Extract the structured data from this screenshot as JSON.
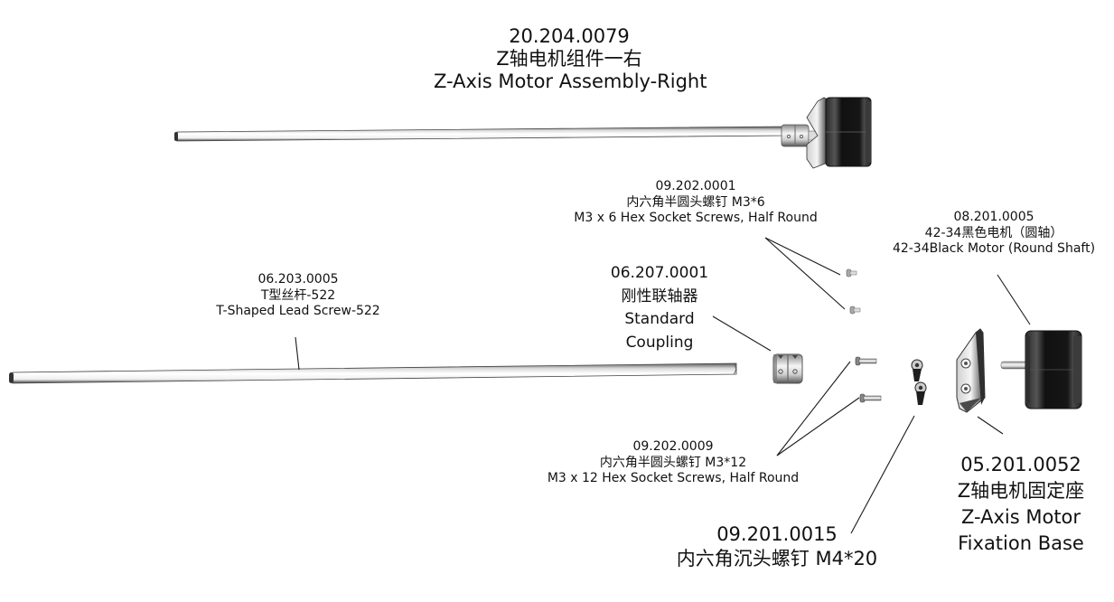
{
  "diagram": {
    "type": "exploded-parts-diagram",
    "parts": {
      "assembly": {
        "code": "20.204.0079",
        "name_cn": "Z轴电机组件一右",
        "name_en": "Z-Axis Motor Assembly-Right"
      },
      "hex_screw_m3x6": {
        "code": "09.202.0001",
        "name_cn": "内六角半圆头螺钉 M3*6",
        "name_en": "M3 x 6 Hex Socket Screws, Half Round",
        "quantity_shown": 2
      },
      "motor": {
        "code": "08.201.0005",
        "name_cn": "42-34黑色电机（圆轴）",
        "name_en": "42-34Black Motor (Round Shaft)"
      },
      "lead_screw": {
        "code": "06.203.0005",
        "name_cn": "T型丝杆-522",
        "name_en": "T-Shaped Lead Screw-522"
      },
      "coupling": {
        "code": "06.207.0001",
        "name_cn": "刚性联轴器",
        "name_en_line1": "Standard",
        "name_en_line2": "Coupling"
      },
      "hex_screw_m3x12": {
        "code": "09.202.0009",
        "name_cn": "内六角半圆头螺钉 M3*12",
        "name_en": "M3 x 12 Hex Socket Screws, Half Round",
        "quantity_shown": 2
      },
      "countersunk_screw_m4x20": {
        "code": "09.201.0015",
        "name_cn": "内六角沉头螺钉 M4*20",
        "quantity_shown": 2
      },
      "motor_base": {
        "code": "05.201.0052",
        "name_cn": "Z轴电机固定座",
        "name_en_line1": "Z-Axis Motor",
        "name_en_line2": "Fixation Base"
      }
    },
    "colors": {
      "line": "#1a1a1a",
      "motor_body": "#1c1c1c",
      "metal_light": "#e8e8e8",
      "metal_dark": "#6a6a6a"
    }
  }
}
